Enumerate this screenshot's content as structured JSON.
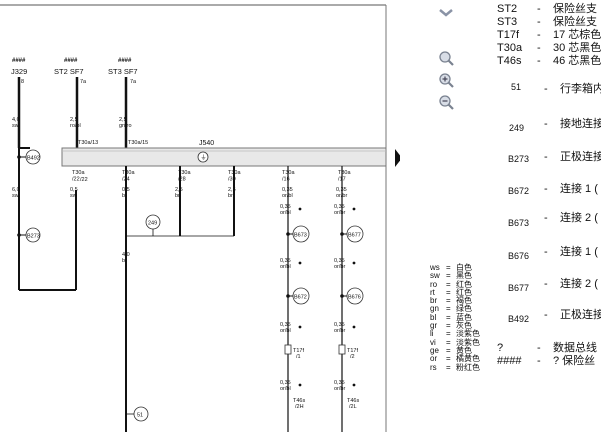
{
  "diagram": {
    "components": [
      {
        "id": "J329",
        "top": "####",
        "label": "J329",
        "pin": "8"
      },
      {
        "id": "ST2",
        "top": "####",
        "label": "ST2  SF7",
        "pin": "7a"
      },
      {
        "id": "ST3",
        "top": "####",
        "label": "ST3  SF7",
        "pin": "7a"
      }
    ],
    "bar_label": "J540",
    "bar_pins_top": [
      {
        "wire": "J329",
        "label": ""
      },
      {
        "wire": "ST2",
        "label": "T30a/13"
      },
      {
        "wire": "ST3",
        "label": "T30a/15"
      }
    ],
    "wire_top_specs": [
      {
        "wire": "J329",
        "size": "4,0",
        "color": "sw"
      },
      {
        "wire": "ST2",
        "size": "2,5",
        "color": "ro/bl"
      },
      {
        "wire": "ST3",
        "size": "2,5",
        "color": "gn/ro"
      }
    ],
    "bottom_pins": [
      {
        "id": "p1",
        "pin": "",
        "size": "6,0",
        "color": "sw"
      },
      {
        "id": "p2",
        "pin": "T30a\n/22",
        "size": "0,5",
        "color": "sw"
      },
      {
        "id": "p3",
        "pin": "T30a\n/24",
        "size": "0,5",
        "color": "br"
      },
      {
        "id": "p4",
        "pin": "T30a\n/28",
        "size": "2,5",
        "color": "br"
      },
      {
        "id": "p5",
        "pin": "T30a\n/30",
        "size": "2,5",
        "color": "br"
      },
      {
        "id": "p6",
        "pin": "T30a\n/16",
        "size": "0,35",
        "color": "or/bl"
      },
      {
        "id": "p7",
        "pin": "T30a\n/17",
        "size": "0,35",
        "color": "or/br"
      }
    ],
    "connectors": {
      "b492": "B492",
      "b273": "B273",
      "b249": "249",
      "b51": "51",
      "b673": "B673",
      "b677": "B677",
      "b672": "B672",
      "b676": "B676"
    },
    "mid_specs": [
      {
        "id": "m1",
        "size": "4,0",
        "color": "br"
      },
      {
        "id": "m2",
        "size": "0,35",
        "color": "or/bl"
      },
      {
        "id": "m3",
        "size": "0,35",
        "color": "or/br"
      },
      {
        "id": "m4",
        "size": "0,35",
        "color": "or/bl"
      },
      {
        "id": "m5",
        "size": "0,35",
        "color": "or/br"
      },
      {
        "id": "m6",
        "size": "0,35",
        "color": "or/bl"
      },
      {
        "id": "m7",
        "size": "0,35",
        "color": "or/br"
      },
      {
        "id": "m8",
        "size": "0,35",
        "color": "or/bl"
      },
      {
        "id": "m9",
        "size": "0,35",
        "color": "or/br"
      }
    ],
    "t17f": [
      {
        "label": "T17f\n/1"
      },
      {
        "label": "T17f\n/2"
      }
    ],
    "t46s": [
      {
        "label": "T46s\n/2H"
      },
      {
        "label": "T46s\n/2L"
      }
    ]
  },
  "right_panel": {
    "icons": [
      "chevron-down-icon",
      "zoom-icon",
      "zoom-in-icon",
      "zoom-out-icon"
    ],
    "top_rows": [
      {
        "code": "ST2",
        "desc": "保险丝支"
      },
      {
        "code": "ST3",
        "desc": "保险丝支"
      },
      {
        "code": "T17f",
        "desc": "17 芯棕色"
      },
      {
        "code": "T30a",
        "desc": "30 芯黑色"
      },
      {
        "code": "T46s",
        "desc": "46 芯黑色"
      }
    ],
    "code_rows": [
      {
        "code": "51",
        "desc": "行李箱内"
      },
      {
        "code": "249",
        "desc": "接地连接"
      },
      {
        "code": "B273",
        "desc": "正极连接"
      },
      {
        "code": "B672",
        "desc": "连接 1 ("
      },
      {
        "code": "B673",
        "desc": "连接 2 ("
      },
      {
        "code": "B676",
        "desc": "连接 1 ("
      },
      {
        "code": "B677",
        "desc": "连接 2 ("
      },
      {
        "code": "B492",
        "desc": "正极连接"
      }
    ],
    "bottom_rows": [
      {
        "code": "?",
        "desc": "数据总线"
      },
      {
        "code": "####",
        "desc": "? 保险丝"
      }
    ],
    "legend": [
      {
        "k": "ws",
        "v": "白色"
      },
      {
        "k": "sw",
        "v": "黑色"
      },
      {
        "k": "ro",
        "v": "红色"
      },
      {
        "k": "rt",
        "v": "红色"
      },
      {
        "k": "br",
        "v": "褐色"
      },
      {
        "k": "gn",
        "v": "绿色"
      },
      {
        "k": "bl",
        "v": "蓝色"
      },
      {
        "k": "gr",
        "v": "灰色"
      },
      {
        "k": "li",
        "v": "淡紫色"
      },
      {
        "k": "vi",
        "v": "淡紫色"
      },
      {
        "k": "ge",
        "v": "黄色"
      },
      {
        "k": "or",
        "v": "橘黄色"
      },
      {
        "k": "rs",
        "v": "粉红色"
      }
    ]
  }
}
